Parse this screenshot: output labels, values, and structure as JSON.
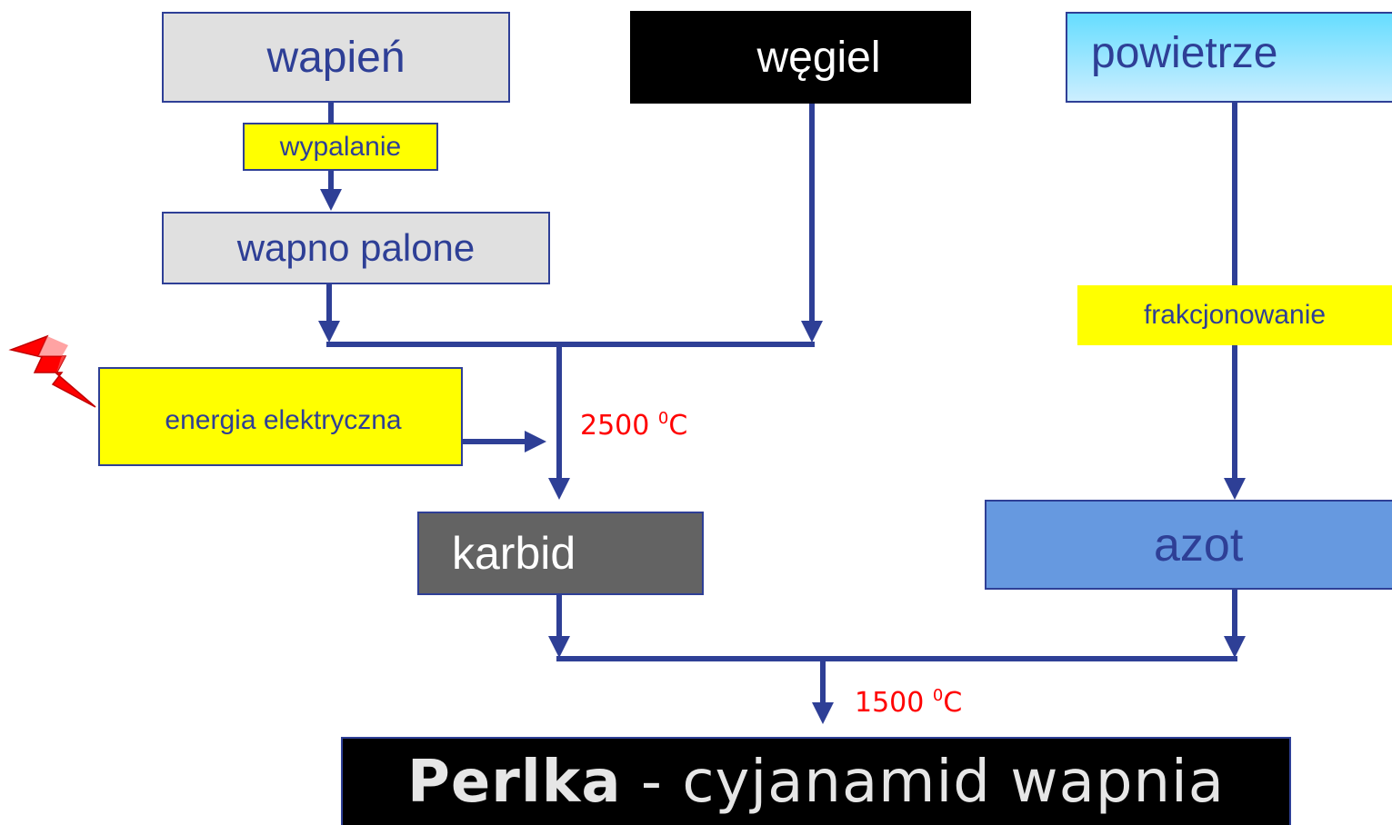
{
  "nodes": {
    "wapien": "wapień",
    "wegiel": "węgiel",
    "powietrze": "powietrze",
    "wypalanie": "wypalanie",
    "wapno_palone": "wapno palone",
    "frakcjonowanie": "frakcjonowanie",
    "energia": "energia elektryczna",
    "karbid": "karbid",
    "azot": "azot",
    "product_bold": "Perlka",
    "product_rest": " - cyjanamid wapnia"
  },
  "temperatures": {
    "t1_value": "2500 ",
    "t1_deg": "0",
    "t1_unit": "C",
    "t2_value": "1500 ",
    "t2_deg": "0",
    "t2_unit": "C"
  },
  "colors": {
    "arrow": "#2e3f96",
    "gray_box": "#e0e0e0",
    "yellow_box": "#ffff00",
    "dark_box": "#636363",
    "blue_box": "#6699e0",
    "temperature": "#ff0000"
  }
}
